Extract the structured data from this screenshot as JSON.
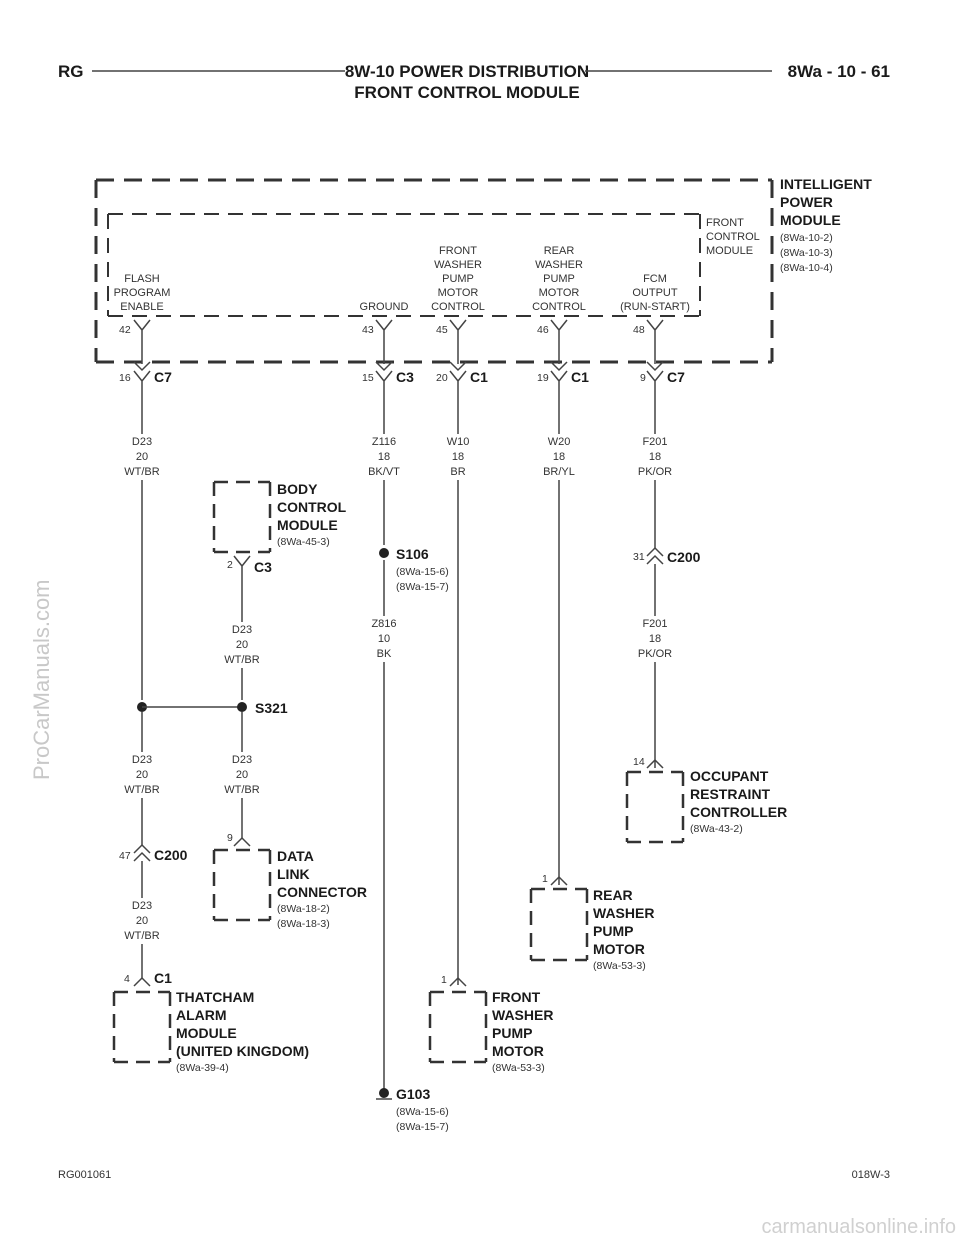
{
  "header": {
    "left": "RG",
    "title_line1": "8W-10 POWER DISTRIBUTION",
    "title_line2": "FRONT CONTROL MODULE",
    "page": "8Wa - 10 - 61"
  },
  "ipm": {
    "name": [
      "INTELLIGENT",
      "POWER",
      "MODULE"
    ],
    "refs": [
      "(8Wa-10-2)",
      "(8Wa-10-3)",
      "(8Wa-10-4)"
    ],
    "inner_name": [
      "FRONT",
      "CONTROL",
      "MODULE"
    ]
  },
  "ipm_pins": [
    {
      "label": [
        "FLASH",
        "PROGRAM",
        "ENABLE"
      ],
      "pin": "42",
      "cpin": "16",
      "conn": "C7",
      "wire": [
        "D23",
        "20",
        "WT/BR"
      ]
    },
    {
      "label": [
        "GROUND"
      ],
      "pin": "43",
      "cpin": "15",
      "conn": "C3",
      "wire": [
        "Z116",
        "18",
        "BK/VT"
      ]
    },
    {
      "label": [
        "FRONT",
        "WASHER",
        "PUMP",
        "MOTOR",
        "CONTROL"
      ],
      "pin": "45",
      "cpin": "20",
      "conn": "C1",
      "wire": [
        "W10",
        "18",
        "BR"
      ]
    },
    {
      "label": [
        "REAR",
        "WASHER",
        "PUMP",
        "MOTOR",
        "CONTROL"
      ],
      "pin": "46",
      "cpin": "19",
      "conn": "C1",
      "wire": [
        "W20",
        "18",
        "BR/YL"
      ]
    },
    {
      "label": [
        "FCM",
        "OUTPUT",
        "(RUN-START)"
      ],
      "pin": "48",
      "cpin": "9",
      "conn": "C7",
      "wire": [
        "F201",
        "18",
        "PK/OR"
      ]
    }
  ],
  "bcm": {
    "name": [
      "BODY",
      "CONTROL",
      "MODULE"
    ],
    "refs": [
      "(8Wa-45-3)"
    ],
    "pin": "2",
    "conn": "C3",
    "wire": [
      "D23",
      "20",
      "WT/BR"
    ]
  },
  "s106": {
    "name": "S106",
    "refs": [
      "(8Wa-15-6)",
      "(8Wa-15-7)"
    ],
    "wire": [
      "Z816",
      "10",
      "BK"
    ]
  },
  "c200_right": {
    "pin": "31",
    "conn": "C200",
    "wire": [
      "F201",
      "18",
      "PK/OR"
    ]
  },
  "s321": {
    "name": "S321",
    "wire_left": [
      "D23",
      "20",
      "WT/BR"
    ],
    "wire_right": [
      "D23",
      "20",
      "WT/BR"
    ]
  },
  "orc": {
    "pin": "14",
    "name": [
      "OCCUPANT",
      "RESTRAINT",
      "CONTROLLER"
    ],
    "refs": [
      "(8Wa-43-2)"
    ]
  },
  "c200_left": {
    "pin": "47",
    "conn": "C200",
    "wire": [
      "D23",
      "20",
      "WT/BR"
    ]
  },
  "dlc": {
    "pin": "9",
    "name": [
      "DATA",
      "LINK",
      "CONNECTOR"
    ],
    "refs": [
      "(8Wa-18-2)",
      "(8Wa-18-3)"
    ]
  },
  "rear_motor": {
    "pin": "1",
    "name": [
      "REAR",
      "WASHER",
      "PUMP",
      "MOTOR"
    ],
    "refs": [
      "(8Wa-53-3)"
    ]
  },
  "tam": {
    "pin": "4",
    "conn": "C1",
    "name": [
      "THATCHAM",
      "ALARM",
      "MODULE",
      "(UNITED KINGDOM)"
    ],
    "refs": [
      "(8Wa-39-4)"
    ]
  },
  "front_motor": {
    "pin": "1",
    "name": [
      "FRONT",
      "WASHER",
      "PUMP",
      "MOTOR"
    ],
    "refs": [
      "(8Wa-53-3)"
    ]
  },
  "g103": {
    "name": "G103",
    "refs": [
      "(8Wa-15-6)",
      "(8Wa-15-7)"
    ]
  },
  "footer": {
    "left": "RG001061",
    "right": "018W-3"
  },
  "watermarks": {
    "left": "ProCarManuals.com",
    "bottom": "carmanualsonline.info"
  }
}
